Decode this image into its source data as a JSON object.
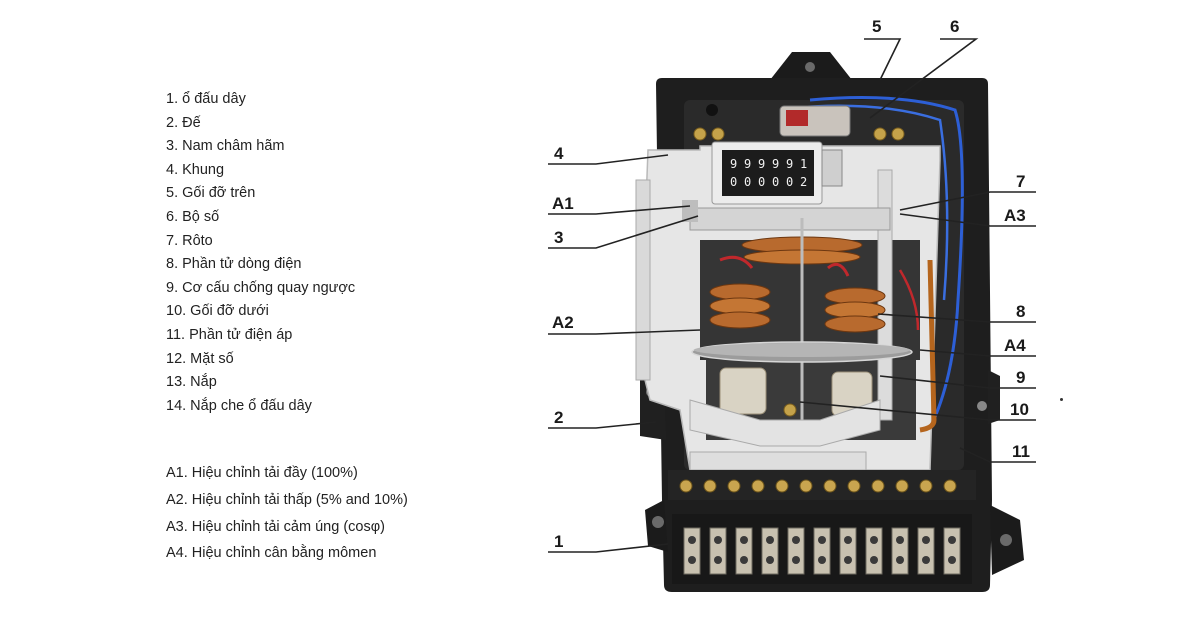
{
  "parts": [
    "1. ổ đấu dây",
    "2. Đế",
    "3. Nam châm hãm",
    "4. Khung",
    "5. Gối đỡ trên",
    "6. Bộ số",
    "7. Rôto",
    "8. Phần tử dòng điện",
    "9. Cơ cấu chống quay ngược",
    "10. Gối đỡ dưới",
    "11. Phần tử điện áp",
    "12. Mặt số",
    "13. Nắp",
    "14. Nắp che ổ đấu dây"
  ],
  "adjustments": [
    "A1. Hiệu chỉnh tải đầy (100%)",
    "A2. Hiệu chỉnh tải thấp (5% and 10%)",
    "A3. Hiệu chỉnh tải cảm úng (cosφ)",
    "A4. Hiệu chỉnh cân bằng mômen"
  ],
  "callouts": {
    "c5": "5",
    "c6": "6",
    "c4": "4",
    "cA1": "A1",
    "c3": "3",
    "cA2": "A2",
    "c2": "2",
    "c1": "1",
    "c7": "7",
    "cA3": "A3",
    "c8": "8",
    "cA4": "A4",
    "c9": "9",
    "c10": "10",
    "c11": "11"
  },
  "counter_digits": [
    "9",
    "9",
    "9",
    "9",
    "9",
    "1"
  ],
  "counter_digits_lower": [
    "0",
    "0",
    "0",
    "0",
    "0",
    "2"
  ]
}
